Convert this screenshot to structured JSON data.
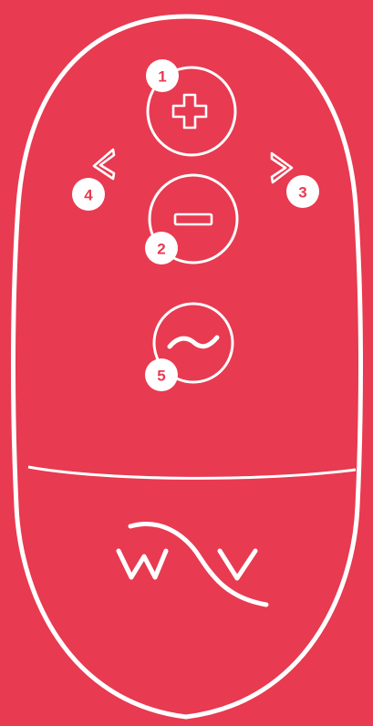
{
  "colors": {
    "background": "#e83a50",
    "line": "#ffffff",
    "badge_text": "#e83a50"
  },
  "controls": {
    "plus": {
      "icon": "plus-icon",
      "badge": "1"
    },
    "minus": {
      "icon": "minus-icon",
      "badge": "2"
    },
    "next": {
      "icon": "chevron-right-icon",
      "badge": "3"
    },
    "previous": {
      "icon": "chevron-left-icon",
      "badge": "4"
    },
    "wave": {
      "icon": "wave-icon",
      "badge": "5"
    }
  },
  "brand": {
    "logo": "we-vibe-logo"
  }
}
